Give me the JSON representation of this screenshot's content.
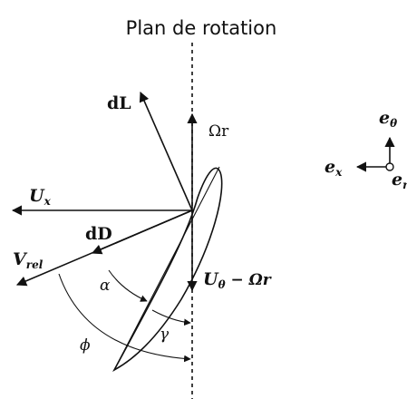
{
  "title": "Plan de rotation",
  "labels": {
    "dL": "dL",
    "omega_r": "Ωr",
    "U_x": "U",
    "U_x_sub": "x",
    "dD": "dD",
    "V_rel": "V",
    "V_rel_sub": "rel",
    "alpha": "α",
    "gamma": "γ",
    "phi": "ϕ",
    "U_theta": "U",
    "U_theta_sub": "θ",
    "U_theta_rest": " − Ωr",
    "e_theta": "e",
    "e_theta_sub": "θ",
    "e_x": "e",
    "e_x_sub": "x",
    "e_r": "e",
    "e_r_sub": "r"
  }
}
